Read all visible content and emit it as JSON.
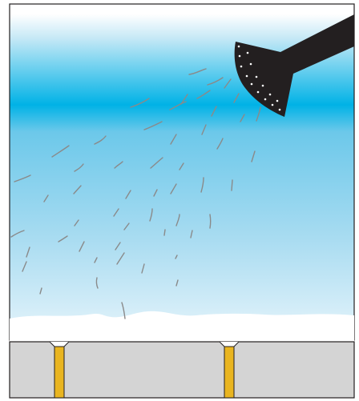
{
  "scene": {
    "sky_top_color": "#00b2e6",
    "sky_mid_color": "#6cc8ea",
    "sky_bottom_color": "#e6f4fb",
    "water_drop_color": "#8a8a8a",
    "watering_can_color": "#231f20",
    "watering_can_holes_color": "#ffffff",
    "snow_color": "#ffffff",
    "pavement_color": "#d4d4d4",
    "joint_sealant_color": "#e9b520",
    "outline_color": "#231f20",
    "icons": [
      "watering-can-icon",
      "water-drops",
      "snow-layer",
      "pavement-slab",
      "expansion-joint"
    ]
  }
}
